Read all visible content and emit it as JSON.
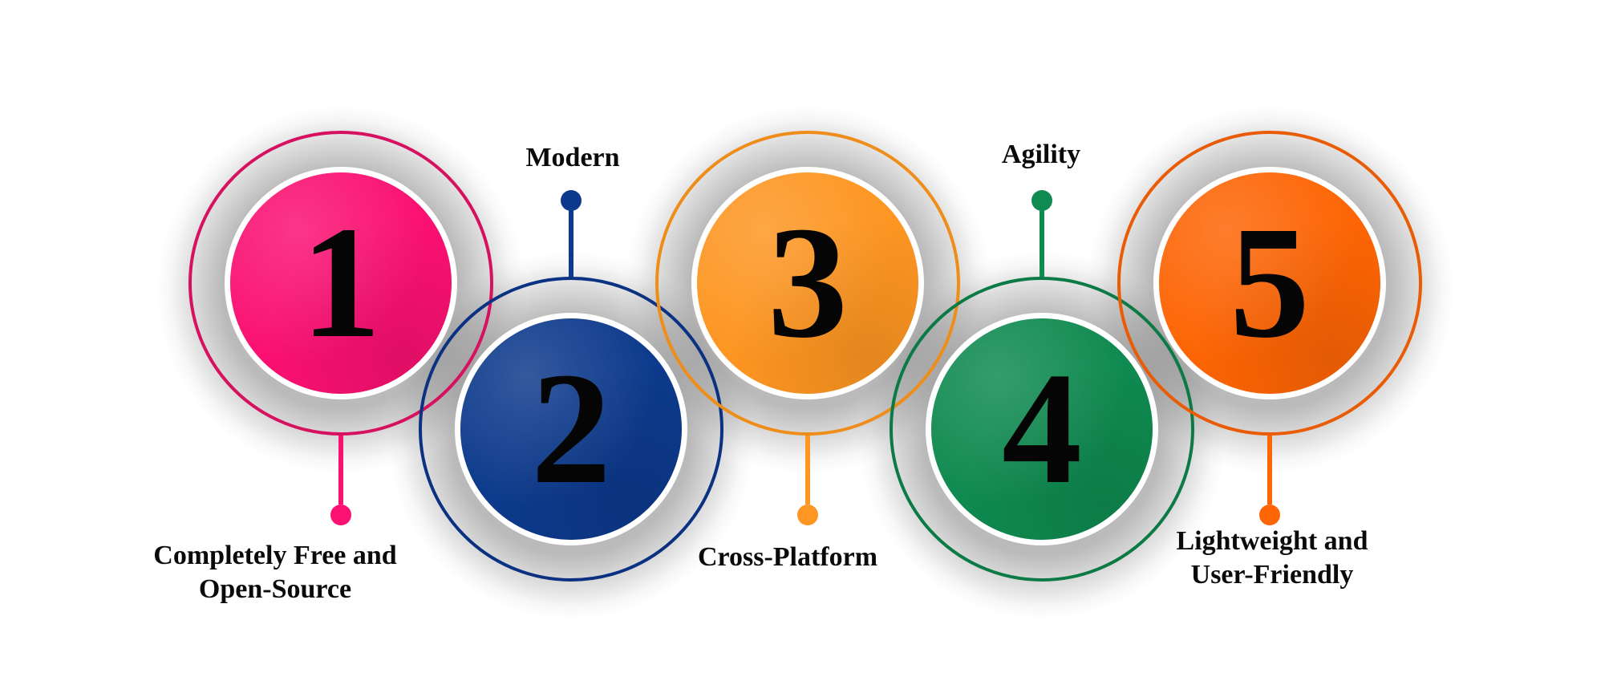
{
  "title": "Five benefits infographic",
  "colors": {
    "background": "#ffffff",
    "text": "#0a0a0a",
    "number_text": "#050505"
  },
  "items": [
    {
      "number": "1",
      "label": "Completely Free and\nOpen-Source",
      "label_position": "below",
      "fill_color": "#FA1172",
      "ring_color": "#D61160"
    },
    {
      "number": "2",
      "label": "Modern",
      "label_position": "above",
      "fill_color": "#0D3A8C",
      "ring_color": "#0A3182"
    },
    {
      "number": "3",
      "label": "Cross-Platform",
      "label_position": "below",
      "fill_color": "#FD9622",
      "ring_color": "#EE8D1A"
    },
    {
      "number": "4",
      "label": "Agility",
      "label_position": "above",
      "fill_color": "#0F8A50",
      "ring_color": "#0B7A45"
    },
    {
      "number": "5",
      "label": "Lightweight and\nUser-Friendly",
      "label_position": "below",
      "fill_color": "#FD6505",
      "ring_color": "#E95B05"
    }
  ]
}
